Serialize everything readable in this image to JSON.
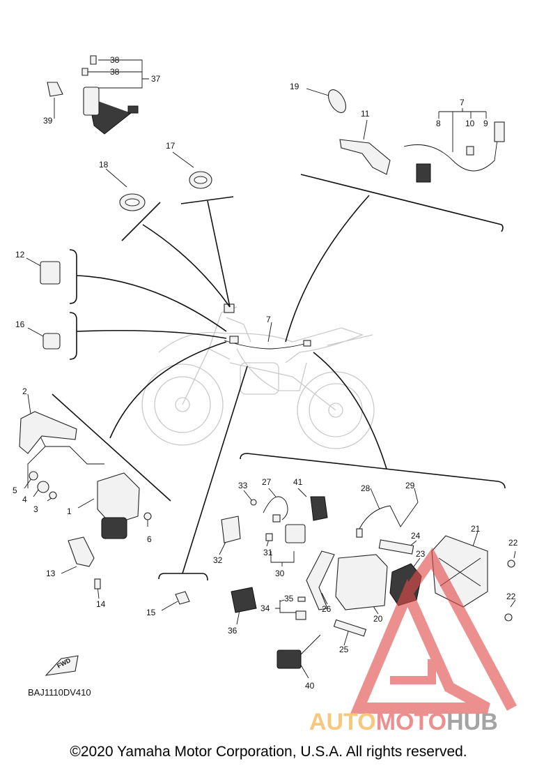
{
  "diagram": {
    "part_labels": {
      "p1": "1",
      "p2": "2",
      "p3": "3",
      "p4": "4",
      "p5": "5",
      "p6": "6",
      "p7a": "7",
      "p7b": "7",
      "p8": "8",
      "p9": "9",
      "p10": "10",
      "p11": "11",
      "p12": "12",
      "p13": "13",
      "p14": "14",
      "p15": "15",
      "p16": "16",
      "p17": "17",
      "p18": "18",
      "p19": "19",
      "p20": "20",
      "p21": "21",
      "p22a": "22",
      "p22b": "22",
      "p23": "23",
      "p24": "24",
      "p25": "25",
      "p26": "26",
      "p27": "27",
      "p28": "28",
      "p29": "29",
      "p30": "30",
      "p31": "31",
      "p32": "32",
      "p33": "33",
      "p34": "34",
      "p35": "35",
      "p36": "36",
      "p37": "37",
      "p38a": "38",
      "p38b": "38",
      "p39": "39",
      "p40": "40",
      "p41": "41"
    },
    "fwd_label": "FWD",
    "drawing_code": "BAJ1110DV410"
  },
  "watermark": {
    "text_part1": "AUTO",
    "text_part2": "MOTO",
    "text_part3": "HUB"
  },
  "footer": {
    "copyright": "©2020 Yamaha Motor Corporation, U.S.A. All rights reserved."
  }
}
